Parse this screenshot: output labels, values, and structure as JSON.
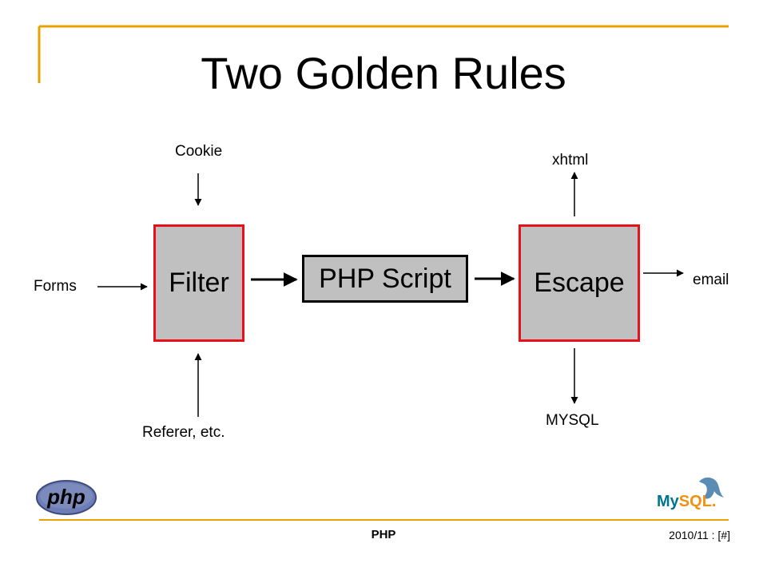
{
  "slide": {
    "title": "Two Golden Rules",
    "colors": {
      "accent": "#e8a200",
      "box_border": "#e8101b",
      "box_fill": "#c0c0c0"
    }
  },
  "diagram": {
    "filter_label": "Filter",
    "script_label": "PHP Script",
    "escape_label": "Escape",
    "inputs": {
      "cookie": "Cookie",
      "forms": "Forms",
      "referer": "Referer, etc."
    },
    "outputs": {
      "xhtml": "xhtml",
      "email": "email",
      "mysql": "MYSQL"
    }
  },
  "footer": {
    "center_text": "PHP",
    "date_text": "2010/11 : [",
    "page_number": "#",
    "date_suffix": "]",
    "logos": {
      "left_text": "php",
      "right_text": "MySQL"
    }
  }
}
